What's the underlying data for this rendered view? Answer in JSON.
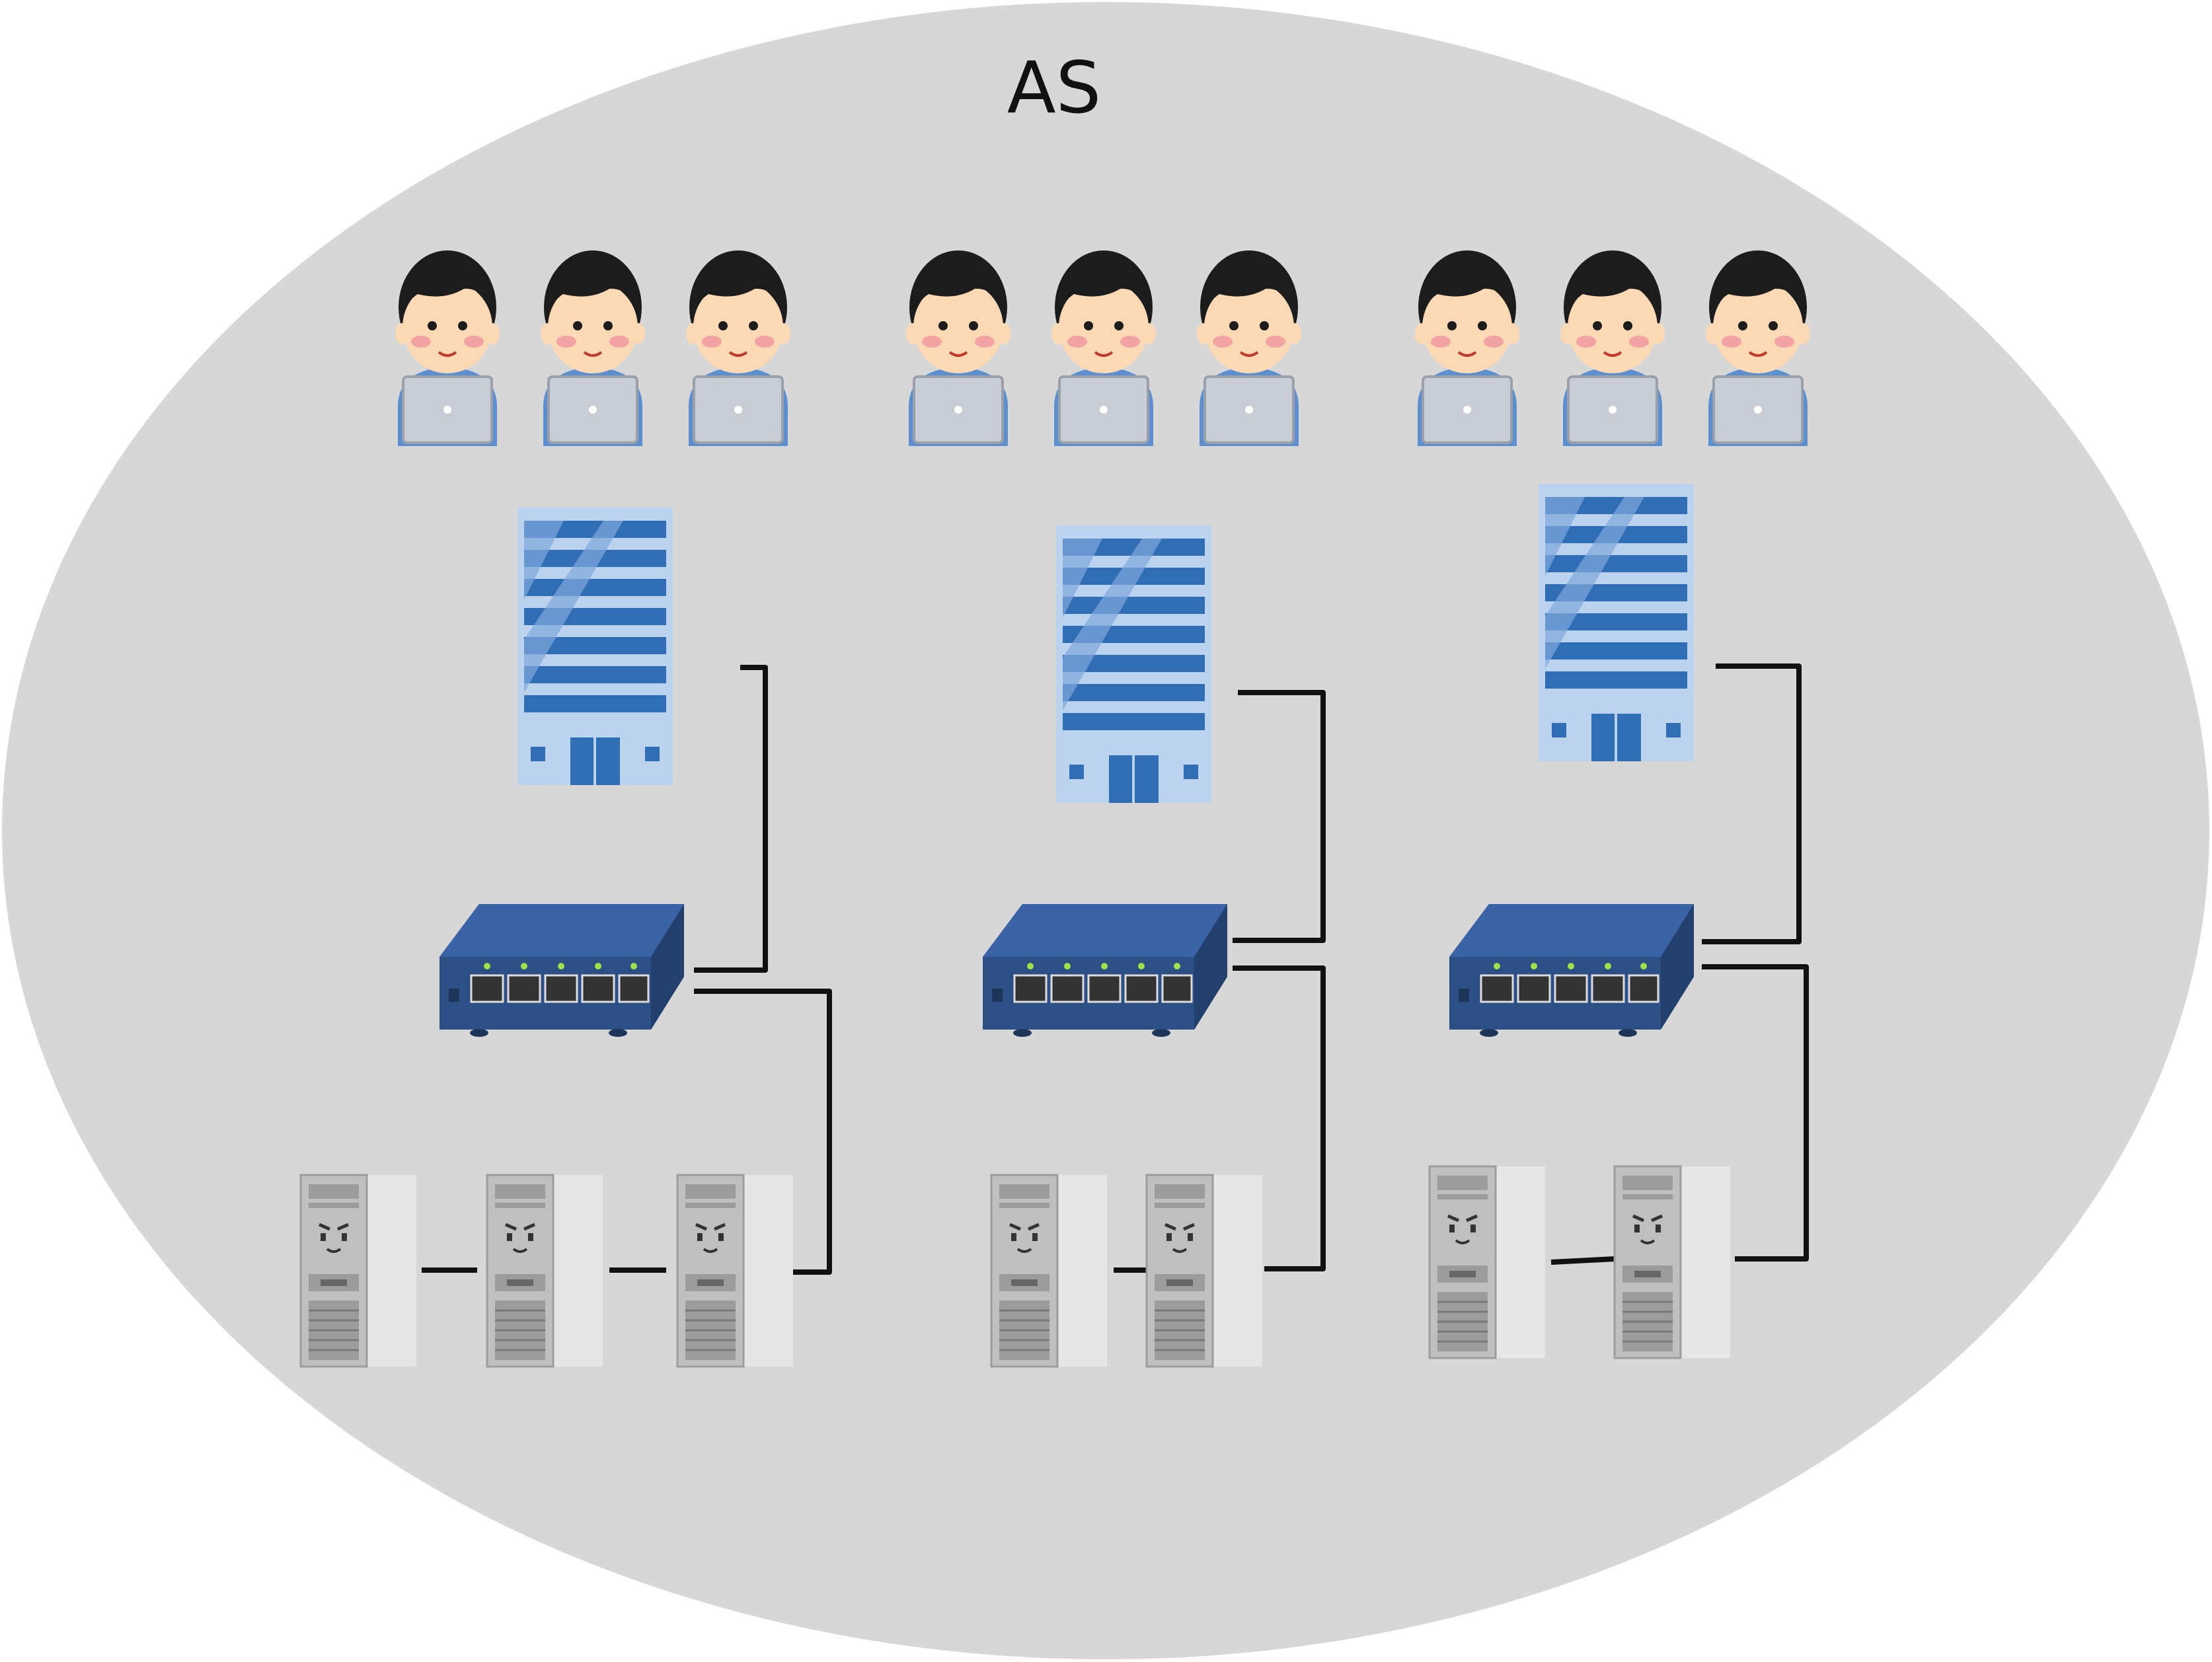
{
  "diagram": {
    "title": "AS",
    "colors": {
      "region_fill": "#d7d7d7",
      "link": "#111111",
      "building_blue": "#2f6db5",
      "building_light": "#7fa8dc",
      "router_body": "#2c4f85",
      "server_gray": "#cfcfcf",
      "user_shirt": "#5b8fd0",
      "laptop": "#c8ccd4"
    },
    "sites": [
      {
        "id": "site-1",
        "users": 3,
        "servers": 3
      },
      {
        "id": "site-2",
        "users": 3,
        "servers": 2
      },
      {
        "id": "site-3",
        "users": 3,
        "servers": 2
      }
    ]
  }
}
